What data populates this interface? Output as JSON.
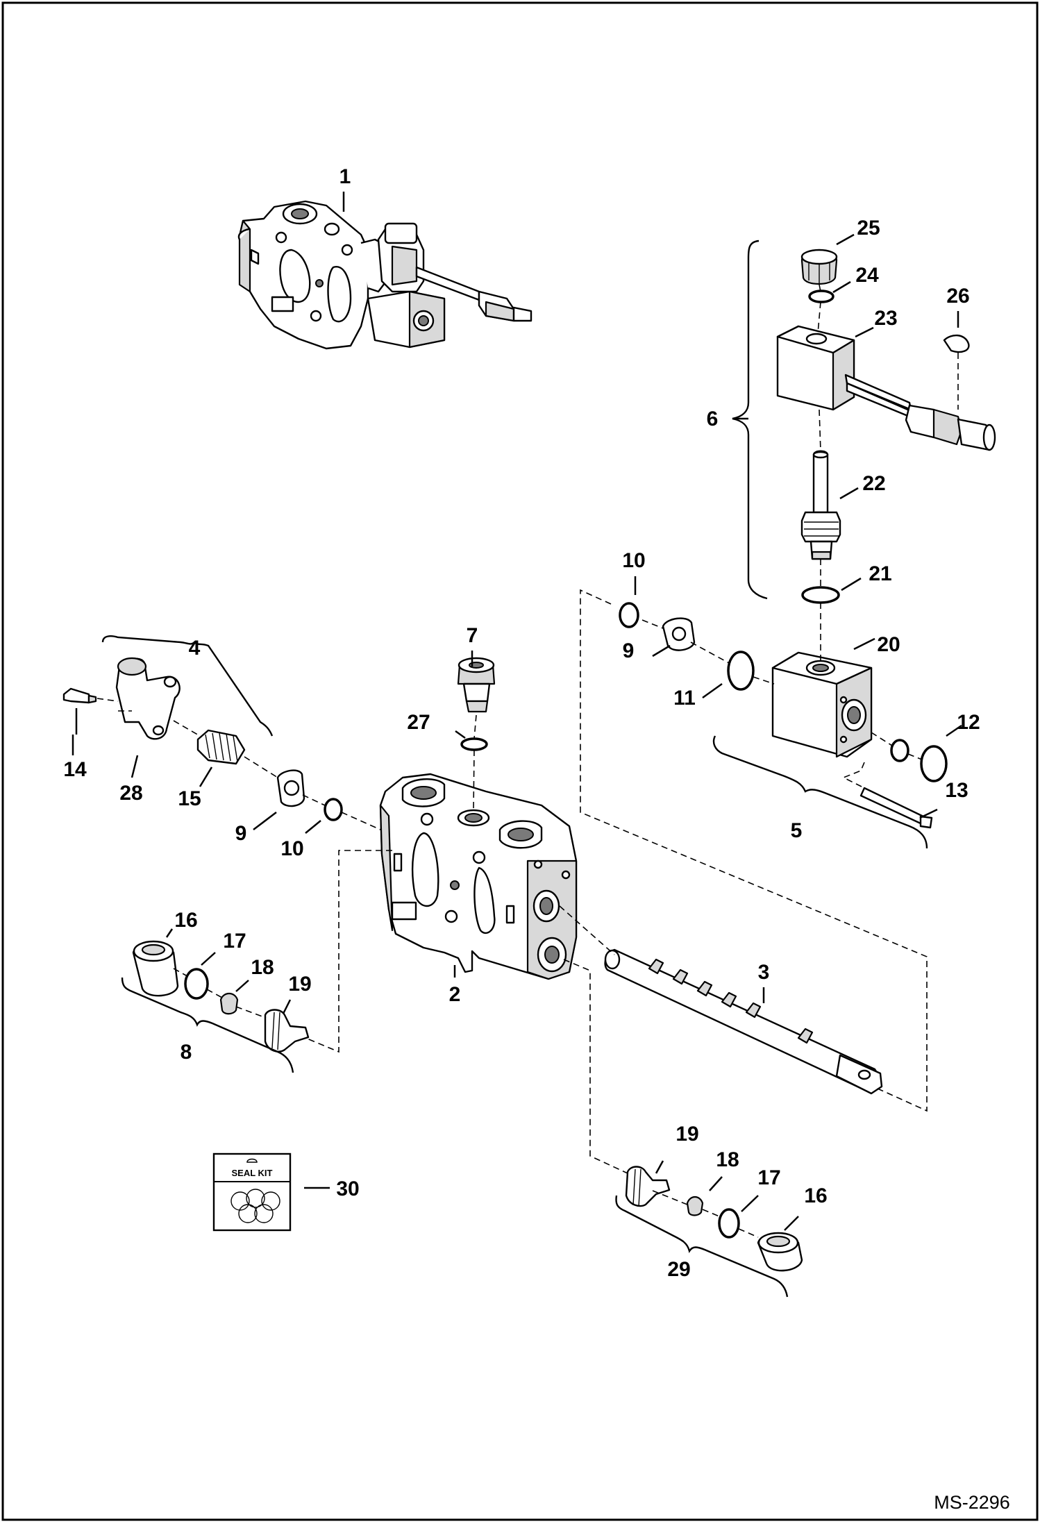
{
  "drawing": {
    "code": "MS-2296",
    "seal_kit_label": "SEAL KIT"
  },
  "callouts": [
    "1",
    "2",
    "3",
    "4",
    "5",
    "6",
    "7",
    "8",
    "9",
    "9",
    "10",
    "10",
    "11",
    "12",
    "13",
    "14",
    "15",
    "16",
    "16",
    "17",
    "17",
    "18",
    "18",
    "19",
    "19",
    "20",
    "21",
    "22",
    "23",
    "24",
    "25",
    "26",
    "27",
    "28",
    "29",
    "30"
  ]
}
